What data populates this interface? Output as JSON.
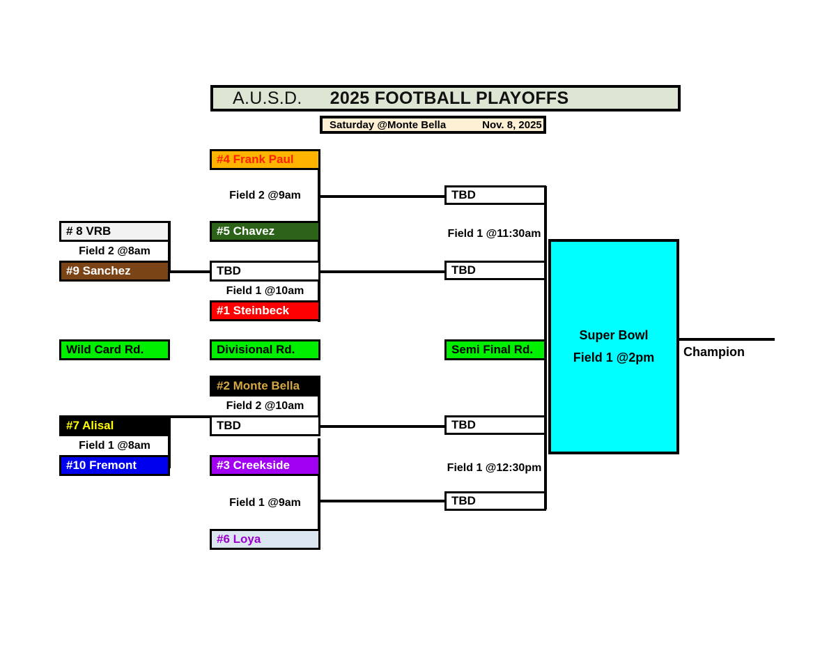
{
  "header": {
    "org": "A.U.S.D.",
    "title": "2025 FOOTBALL PLAYOFFS",
    "venue": "Saturday @Monte Bella",
    "date": "Nov. 8, 2025"
  },
  "rounds": {
    "wild_card": "Wild Card Rd.",
    "divisional": "Divisional Rd.",
    "semi_final": "Semi Final Rd.",
    "champion": "Champion"
  },
  "final": {
    "name": "Super Bowl",
    "time": "Field 1 @2pm",
    "color": "#00ffff"
  },
  "wild_card_games": [
    {
      "top": {
        "seed_name": "# 8 VRB",
        "bg": "#f2f2f2",
        "fg": "#000000"
      },
      "time": "Field 2 @8am",
      "bottom": {
        "seed_name": "#9 Sanchez",
        "bg": "#7b4416",
        "fg": "#ffffff"
      }
    },
    {
      "top": {
        "seed_name": "#7 Alisal",
        "bg": "#000000",
        "fg": "#ffff00"
      },
      "time": "Field 1 @8am",
      "bottom": {
        "seed_name": "#10 Fremont",
        "bg": "#0000ee",
        "fg": "#ffffff"
      }
    }
  ],
  "divisional_games": [
    {
      "top": {
        "seed_name": "#4 Frank Paul",
        "bg": "#ffb400",
        "fg": "#ff2200"
      },
      "time": "Field 2 @9am",
      "bottom": {
        "seed_name": "#5 Chavez",
        "bg": "#2c6318",
        "fg": "#ffffff"
      }
    },
    {
      "top": {
        "seed_name": "TBD",
        "bg": "#ffffff",
        "fg": "#000000"
      },
      "time": "Field 1 @10am",
      "bottom": {
        "seed_name": "#1 Steinbeck",
        "bg": "#ff0000",
        "fg": "#ffffff"
      }
    },
    {
      "top": {
        "seed_name": "#2 Monte Bella",
        "bg": "#000000",
        "fg": "#d4a843"
      },
      "time": "Field 2 @10am",
      "bottom": {
        "seed_name": "TBD",
        "bg": "#ffffff",
        "fg": "#000000"
      }
    },
    {
      "top": {
        "seed_name": "#3 Creekside",
        "bg": "#a100f2",
        "fg": "#ffffff"
      },
      "time": "Field 1 @9am",
      "bottom": {
        "seed_name": "#6 Loya",
        "bg": "#dce6f1",
        "fg": "#9900cc"
      }
    }
  ],
  "semi_final_games": [
    {
      "top": {
        "seed_name": "TBD",
        "bg": "#ffffff",
        "fg": "#000000"
      },
      "time": "Field 1 @11:30am",
      "bottom": {
        "seed_name": "TBD",
        "bg": "#ffffff",
        "fg": "#000000"
      }
    },
    {
      "top": {
        "seed_name": "TBD",
        "bg": "#ffffff",
        "fg": "#000000"
      },
      "time": "Field 1 @12:30pm",
      "bottom": {
        "seed_name": "TBD",
        "bg": "#ffffff",
        "fg": "#000000"
      }
    }
  ]
}
